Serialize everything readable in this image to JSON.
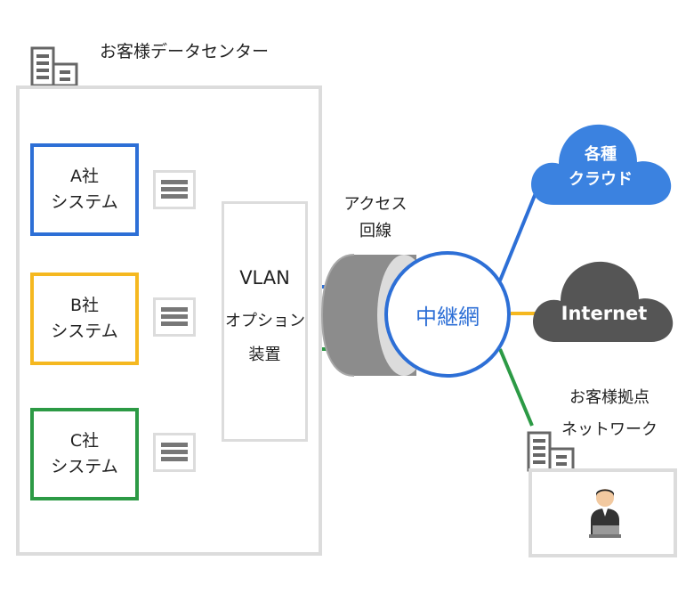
{
  "datacenter": {
    "title": "お客様データセンター",
    "icon": "building-icon"
  },
  "systems": [
    {
      "company": "A社",
      "label": "システム",
      "color": "#2d6fd6"
    },
    {
      "company": "B社",
      "label": "システム",
      "color": "#f5b820"
    },
    {
      "company": "C社",
      "label": "システム",
      "color": "#2c9a45"
    }
  ],
  "vlan": {
    "line1": "VLAN",
    "line2": "オプション",
    "line3": "装置"
  },
  "access_line": {
    "line1": "アクセス",
    "line2": "回線"
  },
  "relay_network": "中継網",
  "clouds": [
    {
      "line1": "各種",
      "line2": "クラウド",
      "color": "#3b82e0"
    },
    {
      "label": "Internet",
      "color": "#555555"
    }
  ],
  "site": {
    "line1": "お客様拠点",
    "line2": "ネットワーク",
    "icon": "building-icon",
    "person_icon": "user-at-desk-icon"
  }
}
